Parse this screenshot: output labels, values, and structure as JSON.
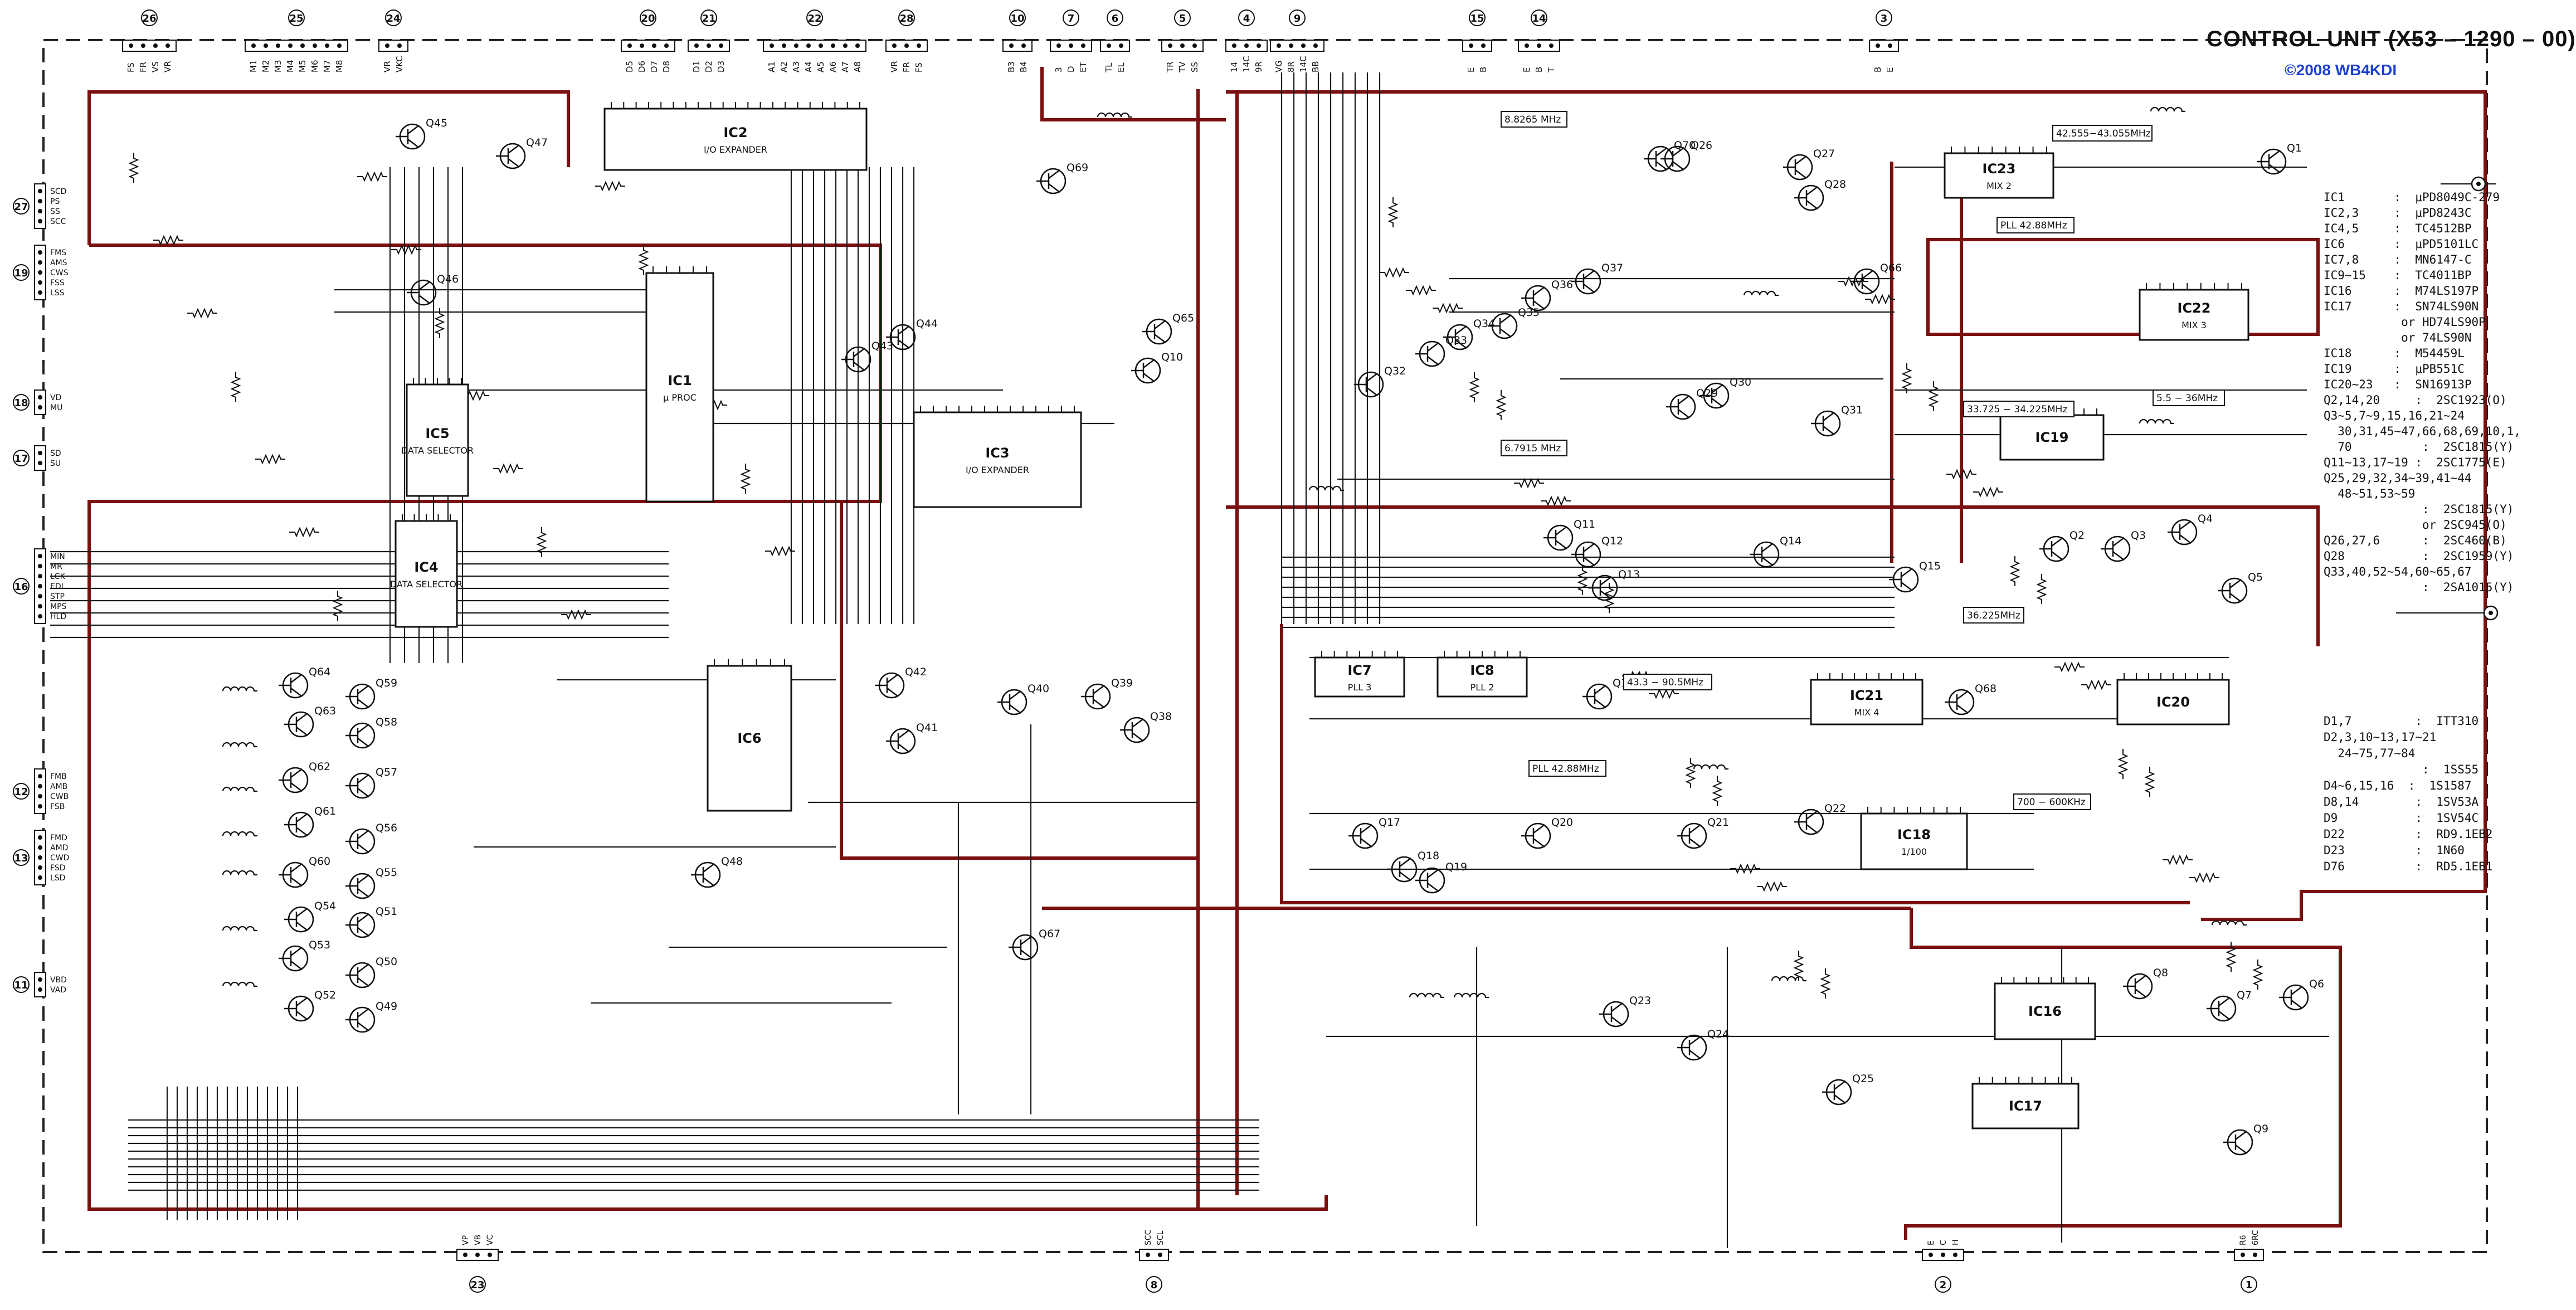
{
  "title": "CONTROL UNIT (X53 – 1290 – 00)",
  "copyright": "©2008 WB4KDI",
  "colors": {
    "ink": "#1a1a1a",
    "redline": "#7a1010",
    "border": "#222222",
    "annotation": "#c01818",
    "copyright": "#1a3fd0"
  },
  "ics": [
    {
      "ref": "IC2",
      "label": "I/O EXPANDER"
    },
    {
      "ref": "IC1",
      "label": "μ PROC"
    },
    {
      "ref": "IC5",
      "label": "DATA SELECTOR"
    },
    {
      "ref": "IC4",
      "label": "DATA SELECTOR"
    },
    {
      "ref": "IC3",
      "label": "I/O EXPANDER"
    },
    {
      "ref": "IC6",
      "label": ""
    },
    {
      "ref": "IC23",
      "label": "MIX 2"
    },
    {
      "ref": "IC22",
      "label": "MIX 3"
    },
    {
      "ref": "IC19",
      "label": ""
    },
    {
      "ref": "IC7",
      "label": "PLL 3"
    },
    {
      "ref": "IC8",
      "label": "PLL 2"
    },
    {
      "ref": "IC21",
      "label": "MIX 4"
    },
    {
      "ref": "IC20",
      "label": ""
    },
    {
      "ref": "IC18",
      "label": "1/100"
    },
    {
      "ref": "IC16",
      "label": ""
    },
    {
      "ref": "IC17",
      "label": ""
    }
  ],
  "connectors": [
    {
      "id": "26",
      "pins": [
        "FS",
        "FR",
        "VS",
        "VR"
      ]
    },
    {
      "id": "25",
      "pins": [
        "M1",
        "M2",
        "M3",
        "M4",
        "M5",
        "M6",
        "M7",
        "M8"
      ]
    },
    {
      "id": "24",
      "pins": [
        "VR",
        "VKC"
      ]
    },
    {
      "id": "20",
      "pins": [
        "D5",
        "D6",
        "D7",
        "D8"
      ]
    },
    {
      "id": "21",
      "pins": [
        "D1",
        "D2",
        "D3"
      ]
    },
    {
      "id": "22",
      "pins": [
        "A1",
        "A2",
        "A3",
        "A4",
        "A5",
        "A6",
        "A7",
        "A8"
      ]
    },
    {
      "id": "28",
      "pins": [
        "VR",
        "FR",
        "FS"
      ]
    },
    {
      "id": "10",
      "pins": [
        "B3",
        "B4"
      ]
    },
    {
      "id": "7",
      "pins": [
        "3",
        "D",
        "ET"
      ]
    },
    {
      "id": "6",
      "pins": [
        "TL",
        "EL"
      ]
    },
    {
      "id": "5",
      "pins": [
        "TR",
        "TV",
        "SS"
      ]
    },
    {
      "id": "4",
      "pins": [
        "14",
        "14C",
        "9R"
      ]
    },
    {
      "id": "9",
      "pins": [
        "VG",
        "8R",
        "14C",
        "BB"
      ]
    },
    {
      "id": "15",
      "pins": [
        "E",
        "B"
      ]
    },
    {
      "id": "14",
      "pins": [
        "E",
        "B",
        "T"
      ]
    },
    {
      "id": "3",
      "pins": [
        "B",
        "E"
      ]
    },
    {
      "id": "27",
      "pins": [
        "SCD",
        "PS",
        "SS",
        "SCC"
      ]
    },
    {
      "id": "19",
      "pins": [
        "FMS",
        "AMS",
        "CWS",
        "FSS",
        "LSS"
      ]
    },
    {
      "id": "18",
      "pins": [
        "VD",
        "MU"
      ]
    },
    {
      "id": "17",
      "pins": [
        "SD",
        "SU"
      ]
    },
    {
      "id": "16",
      "pins": [
        "MIN",
        "MR",
        "LCK",
        "EDL",
        "STP",
        "MPS",
        "HLD"
      ]
    },
    {
      "id": "12",
      "pins": [
        "FMB",
        "AMB",
        "CWB",
        "FSB"
      ]
    },
    {
      "id": "13",
      "pins": [
        "FMD",
        "AMD",
        "CWD",
        "FSD",
        "LSD"
      ]
    },
    {
      "id": "11",
      "pins": [
        "VBD",
        "VAD"
      ]
    },
    {
      "id": "23",
      "pins": [
        "VP",
        "VB",
        "VC"
      ]
    },
    {
      "id": "8",
      "pins": [
        "SCC",
        "SCL"
      ]
    },
    {
      "id": "2",
      "pins": [
        "E",
        "C",
        "H"
      ]
    },
    {
      "id": "1",
      "pins": [
        "R6",
        "6RC"
      ]
    }
  ],
  "side_ports": [
    "2",
    "1",
    "27",
    "19",
    "18",
    "17",
    "16",
    "12",
    "13",
    "11"
  ],
  "bottom_ports": [
    "23",
    "8",
    "4",
    "2",
    "1"
  ],
  "freq_labels": [
    "42.555−43.055MHz",
    "5.5 − 36MHz",
    "33.725 − 34.225MHz",
    "PLL 42.88MHz",
    "43.3 − 90.5MHz",
    "36.225MHz",
    "PLL 42.88MHz",
    "700 − 600KHz",
    "6.7915 MHz",
    "8.8265 MHz"
  ],
  "part_list": [
    "IC1       :  μPD8049C-279",
    "IC2,3     :  μPD8243C",
    "IC4,5     :  TC4512BP",
    "IC6       :  μPD5101LC",
    "IC7,8     :  MN6147-C",
    "IC9∼15    :  TC4011BP",
    "IC16      :  M74LS197P",
    "IC17      :  SN74LS90N",
    "           or HD74LS90P",
    "           or 74LS90N",
    "IC18      :  M54459L",
    "IC19      :  μPB551C",
    "IC20∼23   :  SN16913P",
    "",
    "Q2,14,20     :  2SC1923(O)",
    "Q3∼5,7∼9,15,16,21∼24",
    "  30,31,45∼47,66,68,69,10,1,",
    "  70          :  2SC1815(Y)",
    "Q11∼13,17∼19 :  2SC1775(E)",
    "Q25,29,32,34∼39,41∼44",
    "  48∼51,53∼59",
    "              :  2SC1815(Y)",
    "              or 2SC945(O)",
    "Q26,27,6      :  2SC460(B)",
    "Q28           :  2SC1959(Y)",
    "Q33,40,52∼54,60∼65,67",
    "              :  2SA1015(Y)"
  ],
  "diode_list": [
    "D1,7         :  ITT310",
    "D2,3,10∼13,17∼21",
    "  24∼75,77∼84",
    "              :  1SS55",
    "D4∼6,15,16  :  1S1587",
    "D8,14        :  1SV53A",
    "D9           :  1SV54C",
    "D22          :  RD9.1EB2",
    "D23          :  1N60",
    "D76          :  RD5.1EB1"
  ]
}
